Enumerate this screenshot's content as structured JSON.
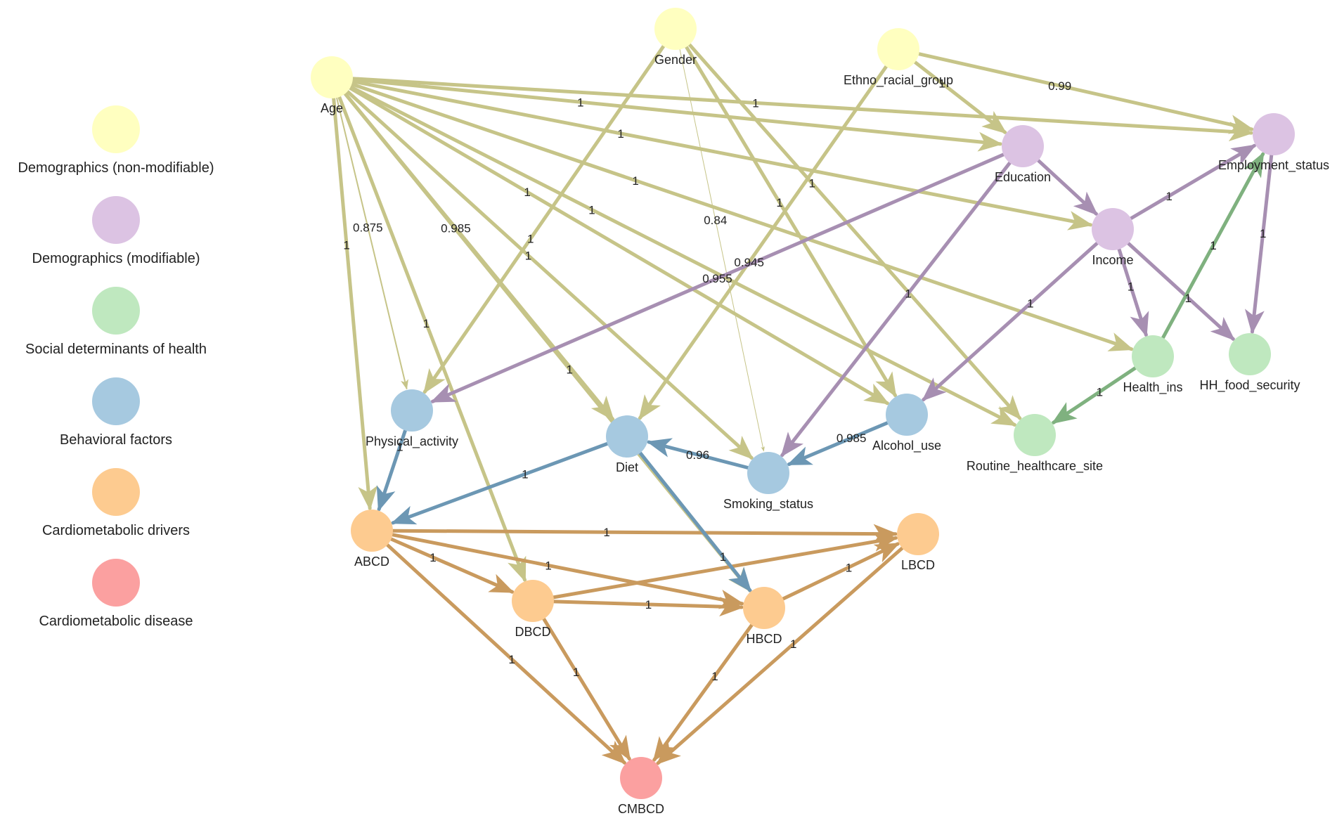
{
  "legend": [
    {
      "key": "demo_nm",
      "label": "Demographics (non-modifiable)",
      "color": "#FFFFC0"
    },
    {
      "key": "demo_m",
      "label": "Demographics (modifiable)",
      "color": "#DCC3E3"
    },
    {
      "key": "sdoh",
      "label": "Social determinants of health",
      "color": "#BFE8BF"
    },
    {
      "key": "behav",
      "label": "Behavioral factors",
      "color": "#A6C9E0"
    },
    {
      "key": "drivers",
      "label": "Cardiometabolic drivers",
      "color": "#FDCB90"
    },
    {
      "key": "disease",
      "label": "Cardiometabolic disease",
      "color": "#FBA0A0"
    }
  ],
  "edge_colors": {
    "demo_nm": "#C6C488",
    "demo_m": "#A78FB2",
    "sdoh": "#7FB17F",
    "behav": "#6C97B4",
    "drivers": "#C99A5E"
  },
  "nodes": [
    {
      "id": "Age",
      "label": "Age",
      "group": "demo_nm"
    },
    {
      "id": "Gender",
      "label": "Gender",
      "group": "demo_nm"
    },
    {
      "id": "Ethno_racial_group",
      "label": "Ethno_racial_group",
      "group": "demo_nm"
    },
    {
      "id": "Education",
      "label": "Education",
      "group": "demo_m"
    },
    {
      "id": "Employment_status",
      "label": "Employment_status",
      "group": "demo_m"
    },
    {
      "id": "Income",
      "label": "Income",
      "group": "demo_m"
    },
    {
      "id": "Health_ins",
      "label": "Health_ins",
      "group": "sdoh"
    },
    {
      "id": "HH_food_security",
      "label": "HH_food_security",
      "group": "sdoh"
    },
    {
      "id": "Routine_healthcare_site",
      "label": "Routine_healthcare_site",
      "group": "sdoh"
    },
    {
      "id": "Physical_activity",
      "label": "Physical_activity",
      "group": "behav"
    },
    {
      "id": "Diet",
      "label": "Diet",
      "group": "behav"
    },
    {
      "id": "Smoking_status",
      "label": "Smoking_status",
      "group": "behav"
    },
    {
      "id": "Alcohol_use",
      "label": "Alcohol_use",
      "group": "behav"
    },
    {
      "id": "ABCD",
      "label": "ABCD",
      "group": "drivers"
    },
    {
      "id": "DBCD",
      "label": "DBCD",
      "group": "drivers"
    },
    {
      "id": "HBCD",
      "label": "HBCD",
      "group": "drivers"
    },
    {
      "id": "LBCD",
      "label": "LBCD",
      "group": "drivers"
    },
    {
      "id": "CMBCD",
      "label": "CMBCD",
      "group": "disease"
    }
  ],
  "edges": [
    {
      "from": "Age",
      "to": "Employment_status",
      "weight": "1"
    },
    {
      "from": "Age",
      "to": "Education",
      "weight": "1"
    },
    {
      "from": "Age",
      "to": "Income",
      "weight": "1"
    },
    {
      "from": "Age",
      "to": "Health_ins",
      "weight": "1"
    },
    {
      "from": "Age",
      "to": "Physical_activity",
      "weight": "0.875"
    },
    {
      "from": "Age",
      "to": "ABCD",
      "weight": "1"
    },
    {
      "from": "Age",
      "to": "DBCD",
      "weight": "1"
    },
    {
      "from": "Age",
      "to": "Diet",
      "weight": "0.985"
    },
    {
      "from": "Age",
      "to": "Smoking_status",
      "weight": "1"
    },
    {
      "from": "Age",
      "to": "Alcohol_use",
      "weight": "1"
    },
    {
      "from": "Age",
      "to": "Routine_healthcare_site",
      "weight": "1"
    },
    {
      "from": "Age",
      "to": "HBCD",
      "weight": "1"
    },
    {
      "from": "Gender",
      "to": "Physical_activity",
      "weight": "1"
    },
    {
      "from": "Gender",
      "to": "Smoking_status",
      "weight": "0.84"
    },
    {
      "from": "Gender",
      "to": "Alcohol_use",
      "weight": "1"
    },
    {
      "from": "Gender",
      "to": "Routine_healthcare_site",
      "weight": "1"
    },
    {
      "from": "Ethno_racial_group",
      "to": "Employment_status",
      "weight": "0.99"
    },
    {
      "from": "Ethno_racial_group",
      "to": "Education",
      "weight": "1"
    },
    {
      "from": "Ethno_racial_group",
      "to": "Diet",
      "weight": "0.945"
    },
    {
      "from": "Education",
      "to": "Income",
      "weight": ""
    },
    {
      "from": "Education",
      "to": "Physical_activity",
      "weight": "0.955"
    },
    {
      "from": "Education",
      "to": "Smoking_status",
      "weight": "1"
    },
    {
      "from": "Income",
      "to": "Employment_status",
      "weight": "1"
    },
    {
      "from": "Income",
      "to": "Health_ins",
      "weight": "1"
    },
    {
      "from": "Income",
      "to": "HH_food_security",
      "weight": "1"
    },
    {
      "from": "Income",
      "to": "Alcohol_use",
      "weight": "1"
    },
    {
      "from": "Employment_status",
      "to": "HH_food_security",
      "weight": "1"
    },
    {
      "from": "Health_ins",
      "to": "Employment_status",
      "weight": "1"
    },
    {
      "from": "Health_ins",
      "to": "Routine_healthcare_site",
      "weight": "1"
    },
    {
      "from": "Physical_activity",
      "to": "ABCD",
      "weight": "1"
    },
    {
      "from": "Diet",
      "to": "ABCD",
      "weight": "1"
    },
    {
      "from": "Smoking_status",
      "to": "Diet",
      "weight": "0.96"
    },
    {
      "from": "Alcohol_use",
      "to": "Smoking_status",
      "weight": "0.985"
    },
    {
      "from": "ABCD",
      "to": "LBCD",
      "weight": "1"
    },
    {
      "from": "ABCD",
      "to": "HBCD",
      "weight": "1"
    },
    {
      "from": "ABCD",
      "to": "DBCD",
      "weight": "1"
    },
    {
      "from": "ABCD",
      "to": "CMBCD",
      "weight": "1"
    },
    {
      "from": "DBCD",
      "to": "LBCD",
      "weight": ""
    },
    {
      "from": "DBCD",
      "to": "HBCD",
      "weight": "1"
    },
    {
      "from": "DBCD",
      "to": "CMBCD",
      "weight": "1"
    },
    {
      "from": "HBCD",
      "to": "LBCD",
      "weight": "1"
    },
    {
      "from": "HBCD",
      "to": "CMBCD",
      "weight": "1"
    },
    {
      "from": "LBCD",
      "to": "CMBCD",
      "weight": "1"
    },
    {
      "from": "Diet",
      "to": "HBCD",
      "weight": "1"
    }
  ]
}
